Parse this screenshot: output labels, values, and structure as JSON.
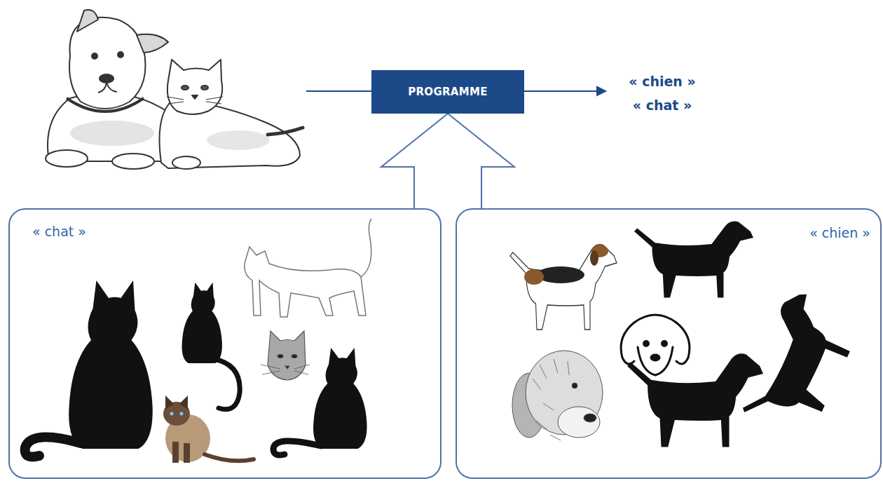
{
  "diagram": {
    "nodes": [
      {
        "text": [
          "PROGRAMME"
        ]
      },
      {
        "text": [
          "« chat »"
        ]
      },
      {
        "text": [
          "« chien »"
        ]
      }
    ],
    "edges": [
      {
        "from": 1,
        "to": 0,
        "arrow": "to"
      },
      {
        "from": 2,
        "to": 0,
        "arrow": "to"
      }
    ],
    "labels": [
      "« chien »",
      "« chat »"
    ]
  }
}
